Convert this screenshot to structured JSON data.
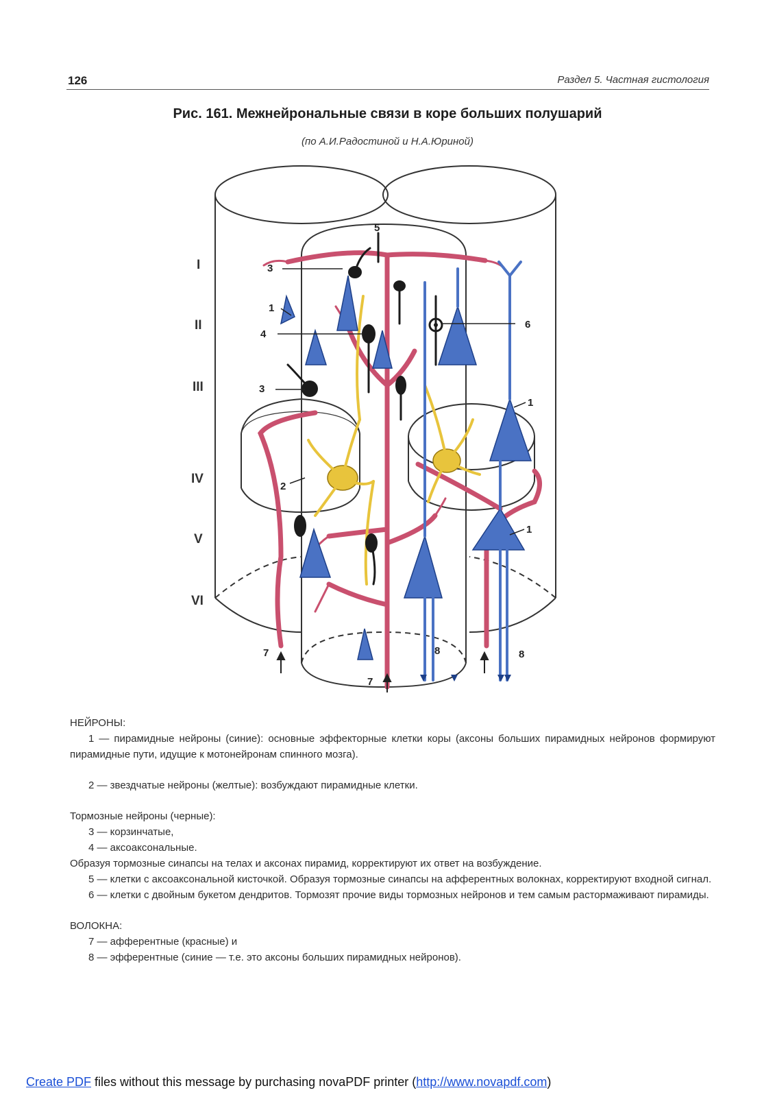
{
  "header": {
    "page_number": "126",
    "section_title": "Раздел 5. Частная гистология"
  },
  "figure": {
    "caption": "Рис. 161. Межнейрональные связи в коре больших полушарий",
    "credit": "(по А.И.Радостиной и Н.А.Юриной)",
    "layers": [
      "I",
      "II",
      "III",
      "IV",
      "V",
      "VI"
    ],
    "numbers": [
      "5",
      "3",
      "1",
      "4",
      "3",
      "2",
      "6",
      "1",
      "1",
      "7",
      "8",
      "8",
      "7"
    ],
    "colors": {
      "pyramidal": "#4a72c4",
      "stellate": "#e8c43c",
      "inhibitory": "#1b1b1b",
      "afferent": "#c9506e"
    }
  },
  "legend": {
    "neurons_heading": "НЕЙРОНЫ:",
    "item1": "1 — пирамидные нейроны (синие): основные эффекторные клетки коры (аксоны больших пирамидных нейронов формируют пирамидные пути, идущие к мотонейронам спинного мозга).",
    "item2": "2 — звездчатые нейроны (желтые): возбуждают пирамидные клетки.",
    "inhibitory_heading": "Тормозные нейроны (черные):",
    "item3": "3 — корзинчатые,",
    "item4": "4 — аксоаксональные.",
    "inhibitory_note": "Образуя тормозные синапсы на телах и аксонах пирамид, корректируют их ответ на возбуждение.",
    "item5": "5 — клетки с аксоаксональной кисточкой. Образуя тормозные синапсы на афферентных волокнах, корректируют входной сигнал.",
    "item6": "6 — клетки с двойным букетом дендритов. Тормозят прочие виды тормозных нейронов и тем самым растормаживают пирамиды.",
    "fibers_heading": "ВОЛОКНА:",
    "item7": "7 — афферентные (красные) и",
    "item8": "8 — эфферентные (синие — т.е. это аксоны больших пирамидных нейронов)."
  },
  "footer": {
    "link1": "Create PDF",
    "middle": " files without this message by purchasing novaPDF printer (",
    "link2": "http://www.novapdf.com",
    "end": ")"
  }
}
